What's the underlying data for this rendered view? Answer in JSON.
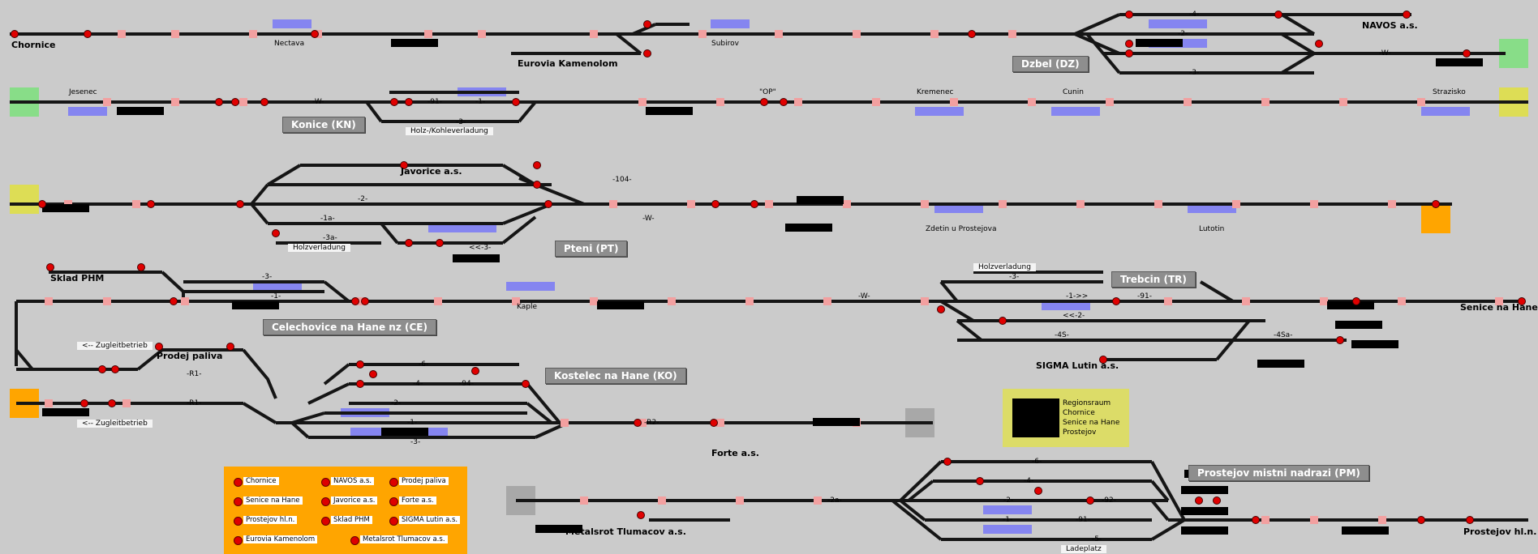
{
  "colors": {
    "background": "#cbcbcb",
    "track": "#151515",
    "signal_red": "#e00000",
    "signal_green": "#009900",
    "occupancy_blue": "#8585f0",
    "marker_pink": "#f2a0a0",
    "endpoint_green": "#88dd88",
    "endpoint_yellow": "#dddd55",
    "endpoint_orange": "#ffa500",
    "endpoint_gray": "#a8a8a8",
    "station_box": "#8e8e8e",
    "legend_bg": "#ffa500",
    "info_bg": "#dcdc68"
  },
  "stations": [
    {
      "id": "dz",
      "name": "Dzbel (DZ)"
    },
    {
      "id": "kn",
      "name": "Konice (KN)"
    },
    {
      "id": "pt",
      "name": "Pteni (PT)"
    },
    {
      "id": "tr",
      "name": "Trebcin (TR)"
    },
    {
      "id": "ce",
      "name": "Celechovice na Hane nz (CE)"
    },
    {
      "id": "ko",
      "name": "Kostelec na Hane (KO)"
    },
    {
      "id": "pm",
      "name": "Prostejov mistni nadrazi (PM)"
    }
  ],
  "places": [
    {
      "id": "chornice",
      "name": "Chornice"
    },
    {
      "id": "navos",
      "name": "NAVOS a.s."
    },
    {
      "id": "eurovia",
      "name": "Eurovia Kamenolom"
    },
    {
      "id": "javorice",
      "name": "Javorice a.s."
    },
    {
      "id": "sklad",
      "name": "Sklad PHM"
    },
    {
      "id": "prodej",
      "name": "Prodej paliva"
    },
    {
      "id": "senice",
      "name": "Senice na Hane"
    },
    {
      "id": "sigma",
      "name": "SIGMA Lutin a.s."
    },
    {
      "id": "forte",
      "name": "Forte a.s."
    },
    {
      "id": "metalsrot",
      "name": "Metalsrot Tlumacov a.s."
    },
    {
      "id": "prostejov",
      "name": "Prostejov hl.n."
    }
  ],
  "stops": [
    {
      "id": "nectava",
      "name": "Nectava"
    },
    {
      "id": "subirov",
      "name": "Subirov"
    },
    {
      "id": "jesenec",
      "name": "Jesenec"
    },
    {
      "id": "op",
      "name": "\"OP\""
    },
    {
      "id": "kremenec",
      "name": "Kremenec"
    },
    {
      "id": "cunin",
      "name": "Cunin"
    },
    {
      "id": "strazisko",
      "name": "Strazisko"
    },
    {
      "id": "zdetin",
      "name": "Zdetin u Prostejova"
    },
    {
      "id": "lutotin",
      "name": "Lutotin"
    },
    {
      "id": "kaple",
      "name": "Kaple"
    }
  ],
  "notes": [
    {
      "id": "holz-kohle",
      "text": "Holz-/Kohleverladung"
    },
    {
      "id": "holz-pt",
      "text": "Holzverladung"
    },
    {
      "id": "holz-tr",
      "text": "Holzverladung"
    },
    {
      "id": "zug1",
      "text": "<-- Zugleitbetrieb"
    },
    {
      "id": "zug2",
      "text": "<-- Zugleitbetrieb"
    },
    {
      "id": "ladeplatz",
      "text": "Ladeplatz"
    }
  ],
  "track_numbers": [
    {
      "id": "t-w1",
      "text": "-W-"
    },
    {
      "id": "t-w2",
      "text": "-W-"
    },
    {
      "id": "t-w3",
      "text": "-W-"
    },
    {
      "id": "t-w4",
      "text": "-W-"
    },
    {
      "id": "t-4",
      "text": "-4-"
    },
    {
      "id": "t-2",
      "text": "-2-"
    },
    {
      "id": "t-3",
      "text": "-3-"
    },
    {
      "id": "t-91",
      "text": "-91-"
    },
    {
      "id": "t-1",
      "text": "-1-"
    },
    {
      "id": "t-kn3",
      "text": "-3-"
    },
    {
      "id": "t-104",
      "text": "-104-"
    },
    {
      "id": "t-2a",
      "text": "-2-"
    },
    {
      "id": "t-1a",
      "text": "-1a-"
    },
    {
      "id": "t-3a",
      "text": "-3a-"
    },
    {
      "id": "t-3b",
      "text": "<<-3-"
    },
    {
      "id": "t-ce3",
      "text": "-3-"
    },
    {
      "id": "t-ce1",
      "text": "-1-"
    },
    {
      "id": "t-r1a",
      "text": "-R1-"
    },
    {
      "id": "t-r1b",
      "text": "-R1-"
    },
    {
      "id": "t-r2",
      "text": "-R2-"
    },
    {
      "id": "t-ko6",
      "text": "-6-"
    },
    {
      "id": "t-ko4",
      "text": "-4-"
    },
    {
      "id": "t-ko94",
      "text": "-94-"
    },
    {
      "id": "t-ko2",
      "text": "-2-"
    },
    {
      "id": "t-ko1",
      "text": "-1-"
    },
    {
      "id": "t-ko3",
      "text": "-3-"
    },
    {
      "id": "t-tr3",
      "text": "-3-"
    },
    {
      "id": "t-tr1",
      "text": "-1->>"
    },
    {
      "id": "t-tr91",
      "text": "-91-"
    },
    {
      "id": "t-tr2",
      "text": "<<-2-"
    },
    {
      "id": "t-tr4s",
      "text": "-4S-"
    },
    {
      "id": "t-tr4sa",
      "text": "-4Sa-"
    },
    {
      "id": "t-pm6",
      "text": "-6-"
    },
    {
      "id": "t-pm4",
      "text": "-4-"
    },
    {
      "id": "t-pm2",
      "text": "-2-"
    },
    {
      "id": "t-pm92",
      "text": "-92-"
    },
    {
      "id": "t-pm1",
      "text": "-1-"
    },
    {
      "id": "t-pm91",
      "text": "-91-"
    },
    {
      "id": "t-pm5",
      "text": "-5-"
    },
    {
      "id": "t-pm2a",
      "text": "-2a-"
    }
  ],
  "legend": {
    "items": [
      {
        "id": "lg1",
        "label": "Chornice"
      },
      {
        "id": "lg2",
        "label": "NAVOS a.s."
      },
      {
        "id": "lg3",
        "label": "Prodej paliva"
      },
      {
        "id": "lg4",
        "label": "Senice na Hane"
      },
      {
        "id": "lg5",
        "label": "Javorice a.s."
      },
      {
        "id": "lg6",
        "label": "Forte a.s."
      },
      {
        "id": "lg7",
        "label": "Prostejov hl.n."
      },
      {
        "id": "lg8",
        "label": "Sklad PHM"
      },
      {
        "id": "lg9",
        "label": "SIGMA Lutin a.s."
      },
      {
        "id": "lg10",
        "label": "Eurovia Kamenolom"
      },
      {
        "id": "lg11",
        "label": "Metalsrot Tlumacov a.s."
      }
    ]
  },
  "info_panel": {
    "lines": [
      "Regionsraum",
      "Chornice",
      "Senice na Hane",
      "Prostejov"
    ]
  }
}
